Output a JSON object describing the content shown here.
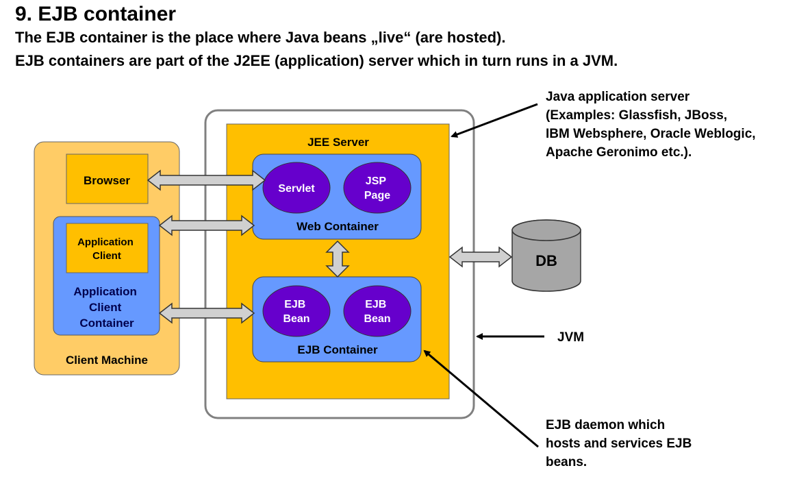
{
  "header": {
    "title": "9. EJB container",
    "line1": "The EJB container is the place where Java beans „live“ (are hosted).",
    "line2": "EJB containers are part of the J2EE (application) server which in turn runs in a JVM."
  },
  "client": {
    "machine_label": "Client Machine",
    "browser_label": "Browser",
    "app_client_label": [
      "Application",
      "Client"
    ],
    "app_client_container_label": [
      "Application",
      "Client",
      "Container"
    ]
  },
  "server": {
    "jee_label": "JEE Server",
    "web_container_label": "Web Container",
    "servlet_label": "Servlet",
    "jsp_label": [
      "JSP",
      "Page"
    ],
    "ejb_container_label": "EJB Container",
    "ejb_bean_1": [
      "EJB",
      "Bean"
    ],
    "ejb_bean_2": [
      "EJB",
      "Bean"
    ]
  },
  "db_label": "DB",
  "annotations": {
    "app_server": [
      "Java application server",
      "(Examples: Glassfish, JBoss,",
      "IBM Websphere, Oracle Weblogic,",
      "Apache Geronimo etc.)."
    ],
    "jvm": "JVM",
    "ejb_daemon": [
      "EJB daemon which",
      "hosts and services EJB",
      "beans."
    ]
  },
  "colors": {
    "client_machine": "#FFCC66",
    "jee_server": "#FFBF00",
    "container_blue": "#6699FF",
    "bean_purple": "#6600CC",
    "arrow_fill": "#D0D0D0",
    "db_gray": "#A6A6A6",
    "jvm_border": "#808080"
  }
}
